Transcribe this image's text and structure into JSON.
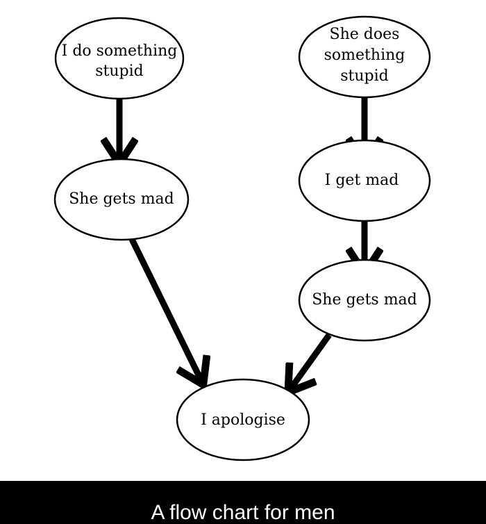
{
  "diagram": {
    "nodes": {
      "i_do_something_stupid": [
        "I do something",
        "stupid"
      ],
      "she_does_something_stupid": [
        "She does",
        "something",
        "stupid"
      ],
      "she_gets_mad_left": [
        "She gets mad"
      ],
      "i_get_mad": [
        "I get mad"
      ],
      "she_gets_mad_right": [
        "She gets mad"
      ],
      "i_apologise": [
        "I apologise"
      ]
    }
  },
  "caption": {
    "text": "A flow chart for men"
  },
  "colors": {
    "background": "#ffffff",
    "ink": "#000000",
    "caption_bar": "#000000",
    "caption_text": "#ffffff"
  }
}
